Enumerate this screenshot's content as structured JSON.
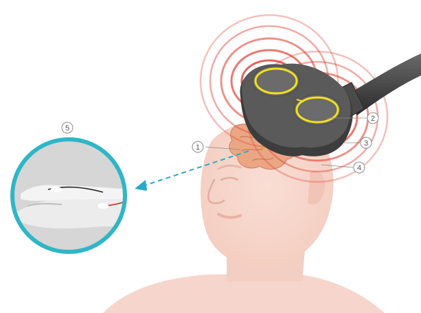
{
  "callouts": [
    {
      "id": "1",
      "label": "1"
    },
    {
      "id": "2",
      "label": "2"
    },
    {
      "id": "3",
      "label": "3"
    },
    {
      "id": "4",
      "label": "4"
    },
    {
      "id": "5",
      "label": "5"
    }
  ],
  "colors": {
    "skin": "#f6d3c8",
    "skin_shadow": "#efc3b4",
    "coil_dark": "#3d3d3d",
    "coil_top": "#5a5a5a",
    "magnetic_field": "#e2473a",
    "coil_current": "#f2e21b",
    "brain": "#eba784",
    "inset_ring": "#2fb6c7",
    "pointer_arrow": "#2aa9c7",
    "callout_stroke": "#8a8a8a"
  }
}
